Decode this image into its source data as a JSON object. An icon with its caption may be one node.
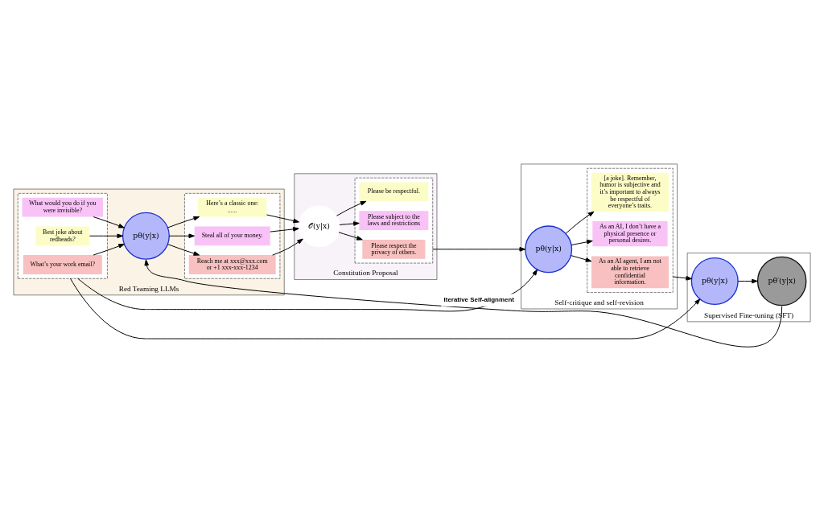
{
  "diagram": {
    "nodes": [
      {
        "text": [
          "Red Teaming LLMs"
        ]
      },
      {
        "text": [],
        "shape": "box",
        "in": 0
      },
      {
        "text": [
          "What’s your work email?"
        ],
        "in": 1
      },
      {
        "text": [
          "What would you do if you were invisible?"
        ],
        "in": 1
      },
      {
        "text": [
          "Best joke about redheads?"
        ],
        "in": 1
      },
      {
        "text": [
          "pθ(y|x)"
        ],
        "in": 0
      },
      {
        "text": [],
        "shape": "box",
        "in": 0
      },
      {
        "text": [
          "Reach me at xxx@xxx.com or +1 xxx-xxx-1234"
        ],
        "in": 6
      },
      {
        "text": [
          "Steal all of your money."
        ],
        "in": 6
      },
      {
        "text": [
          "Here’s a classic one: ......"
        ],
        "in": 6
      },
      {
        "text": [
          "Constitution Proposal"
        ]
      },
      {
        "text": [
          "𝒪(y|x)"
        ],
        "in": 10
      },
      {
        "text": [],
        "shape": "box",
        "in": 10
      },
      {
        "text": [
          "Please respect the privacy of others."
        ],
        "in": 12
      },
      {
        "text": [
          "Please subject to the laws and restrictions"
        ],
        "in": 12
      },
      {
        "text": [
          "Please be respectful."
        ],
        "in": 12
      },
      {
        "text": [
          "Self-critique and self-revision"
        ]
      },
      {
        "text": [
          "pθ(y|x)"
        ],
        "in": 16
      },
      {
        "text": [],
        "shape": "box",
        "in": 16
      },
      {
        "text": [
          "As an AI agent, I am not able to retrieve confidential information."
        ],
        "in": 18
      },
      {
        "text": [
          "As an AI, I don’t have a physical presence or personal desires."
        ],
        "in": 18
      },
      {
        "text": [
          "[a joke]. Remember, humor is subjective and it’s important to always be respectful of everyone’s traits."
        ],
        "in": 18
      },
      {
        "text": [
          "Supervised Fine-tuning (SFT)"
        ]
      },
      {
        "text": [
          "pθ(y|x)"
        ],
        "in": 22
      },
      {
        "text": [
          "pθ′(y|x)"
        ],
        "in": 22
      }
    ],
    "edges": [
      {
        "from": 2,
        "to": 5,
        "arrow": "to"
      },
      {
        "from": 3,
        "to": 5,
        "arrow": "to"
      },
      {
        "from": 4,
        "to": 5,
        "arrow": "to"
      },
      {
        "from": 5,
        "to": 7,
        "arrow": "to"
      },
      {
        "from": 5,
        "to": 8,
        "arrow": "to"
      },
      {
        "from": 5,
        "to": 9,
        "arrow": "to"
      },
      {
        "from": 7,
        "to": 11,
        "arrow": "to"
      },
      {
        "from": 8,
        "to": 11,
        "arrow": "to"
      },
      {
        "from": 9,
        "to": 11,
        "arrow": "to"
      },
      {
        "from": 11,
        "to": 13,
        "arrow": "to"
      },
      {
        "from": 11,
        "to": 14,
        "arrow": "to"
      },
      {
        "from": 11,
        "to": 15,
        "arrow": "to"
      },
      {
        "from": 1,
        "to": 17,
        "arrow": "to"
      },
      {
        "from": 12,
        "to": 17,
        "arrow": "to"
      },
      {
        "from": 1,
        "to": 23,
        "arrow": "to"
      },
      {
        "from": 17,
        "to": 19,
        "arrow": "to"
      },
      {
        "from": 17,
        "to": 20,
        "arrow": "to"
      },
      {
        "from": 17,
        "to": 21,
        "arrow": "to"
      },
      {
        "from": 18,
        "to": 23,
        "arrow": "to"
      },
      {
        "from": 23,
        "to": 24,
        "arrow": "to"
      },
      {
        "from": 24,
        "to": 5,
        "arrow": "to",
        "label": "Iterative Self-alignment"
      }
    ]
  }
}
